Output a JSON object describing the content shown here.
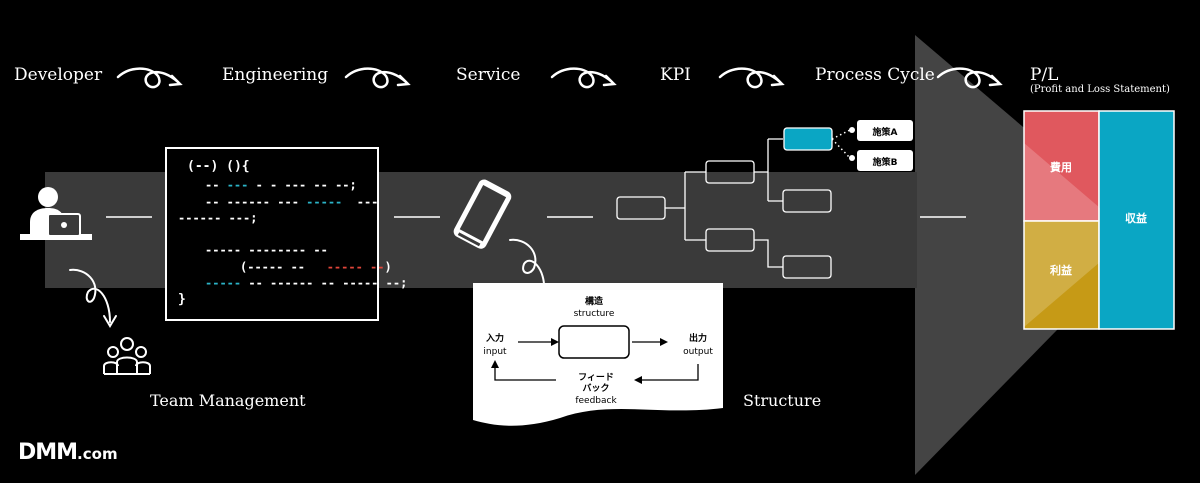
{
  "stages": {
    "developer": "Developer",
    "engineering": "Engineering",
    "service": "Service",
    "kpi": "KPI",
    "process_cycle": "Process Cycle",
    "pl": "P/L",
    "pl_sub": "(Profit and Loss Statement)"
  },
  "labels": {
    "team_management": "Team Management",
    "structure": "Structure"
  },
  "code": {
    "line1": "(--) (){",
    "line2a": "-- ",
    "line2b": "---",
    "line2c": " - - --- -- --;",
    "line3a": "-- ------ --- ",
    "line3b": "-----",
    "line3c": "  ---",
    "line4": "------ ---;",
    "line5": "----- -------- --",
    "line6a": "(----- --   ",
    "line6b": "----- --",
    "line6c": ")",
    "line7a": "-----",
    "line7b": " -- ------ -- ----- --;",
    "line8": "}"
  },
  "structure_card": {
    "title_ja": "構造",
    "title_en": "structure",
    "input_ja": "入力",
    "input_en": "input",
    "output_ja": "出力",
    "output_en": "output",
    "feedback_ja1": "フィード",
    "feedback_ja2": "バック",
    "feedback_en": "feedback"
  },
  "tree": {
    "measure_a": "施策A",
    "measure_b": "施策B"
  },
  "pl": {
    "cost": "費用",
    "profit": "利益",
    "revenue": "収益"
  },
  "logo": {
    "main": "DMM",
    "suffix": ".com"
  },
  "colors": {
    "accent_blue": "#0aa6c4",
    "cost_red": "#e0585e",
    "profit_gold": "#c69a16",
    "band_gray": "#3a3a3a",
    "arrow_gray": "#444444"
  }
}
